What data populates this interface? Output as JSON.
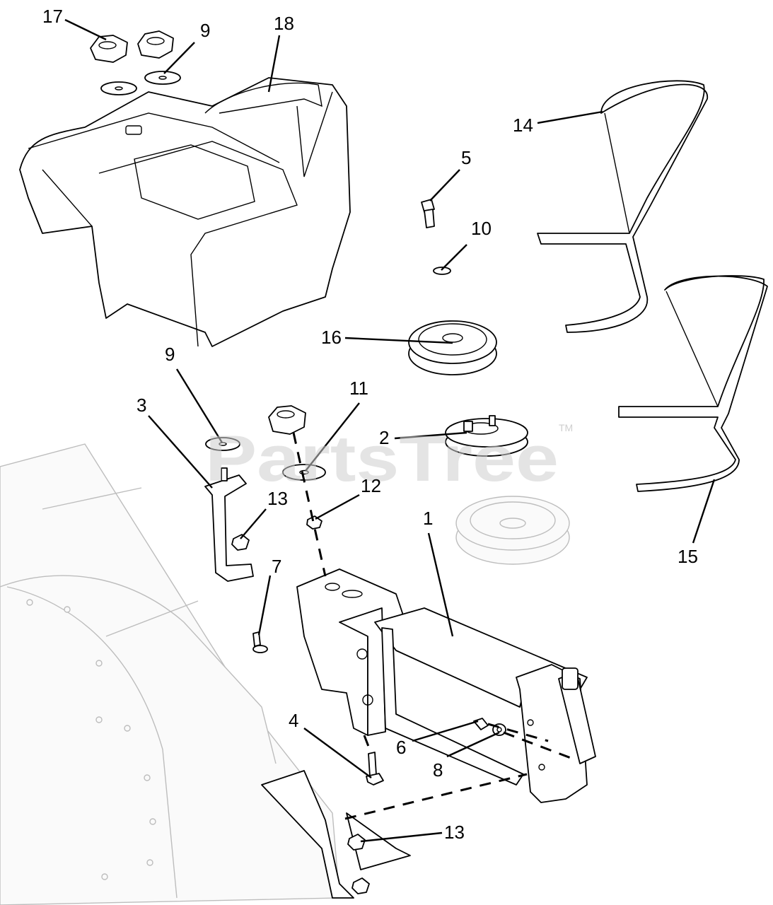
{
  "watermark": {
    "text": "PartsTree",
    "trademark": "TM"
  },
  "callouts": [
    {
      "id": "c17a",
      "label": "17"
    },
    {
      "id": "c9a",
      "label": "9"
    },
    {
      "id": "c18",
      "label": "18"
    },
    {
      "id": "c14",
      "label": "14"
    },
    {
      "id": "c5",
      "label": "5"
    },
    {
      "id": "c10",
      "label": "10"
    },
    {
      "id": "c16",
      "label": "16"
    },
    {
      "id": "c9b",
      "label": "9"
    },
    {
      "id": "c11",
      "label": "11"
    },
    {
      "id": "c3",
      "label": "3"
    },
    {
      "id": "c2",
      "label": "2"
    },
    {
      "id": "c12",
      "label": "12"
    },
    {
      "id": "c13a",
      "label": "13"
    },
    {
      "id": "c1",
      "label": "1"
    },
    {
      "id": "c15",
      "label": "15"
    },
    {
      "id": "c7",
      "label": "7"
    },
    {
      "id": "c4",
      "label": "4"
    },
    {
      "id": "c6",
      "label": "6"
    },
    {
      "id": "c8",
      "label": "8"
    },
    {
      "id": "c13b",
      "label": "13"
    }
  ]
}
